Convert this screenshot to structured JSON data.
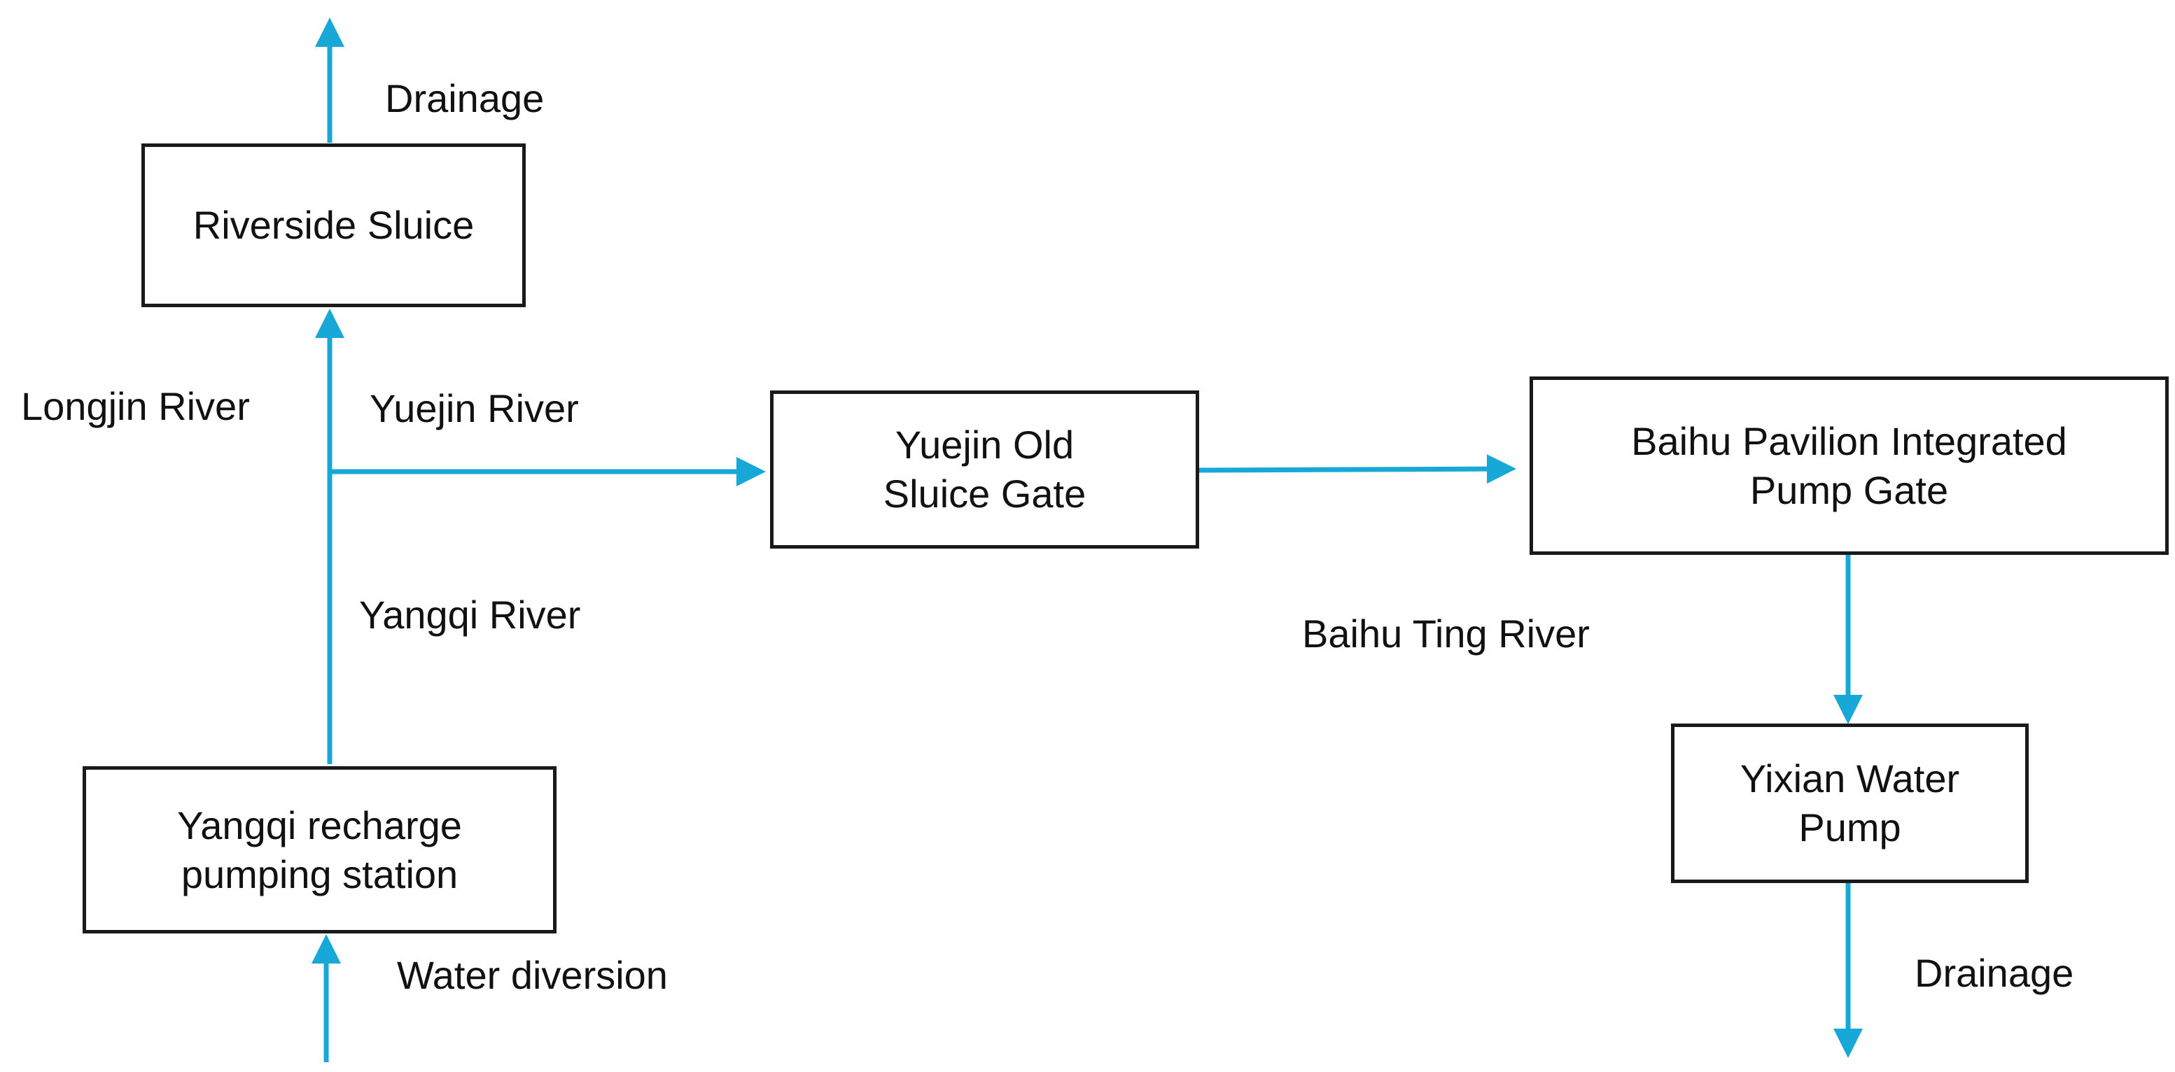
{
  "colors": {
    "flow_line": "#18a8d8",
    "box_border": "#1a1a1a",
    "text": "#111111"
  },
  "nodes": {
    "riverside_sluice": {
      "lines": [
        "Riverside Sluice"
      ]
    },
    "yuejin_old_sluice_gate": {
      "lines": [
        "Yuejin Old",
        "Sluice Gate"
      ]
    },
    "baihu_pavilion_pump_gate": {
      "lines": [
        "Baihu Pavilion Integrated",
        "Pump Gate"
      ]
    },
    "yixian_water_pump": {
      "lines": [
        "Yixian Water",
        "Pump"
      ]
    },
    "yangqi_recharge_station": {
      "lines": [
        "Yangqi recharge",
        "pumping station"
      ]
    }
  },
  "labels": {
    "drainage_top": "Drainage",
    "longjin_river": "Longjin River",
    "yuejin_river": "Yuejin River",
    "yangqi_river": "Yangqi River",
    "baihu_ting_river": "Baihu Ting River",
    "water_diversion": "Water diversion",
    "drainage_bottom": "Drainage"
  }
}
